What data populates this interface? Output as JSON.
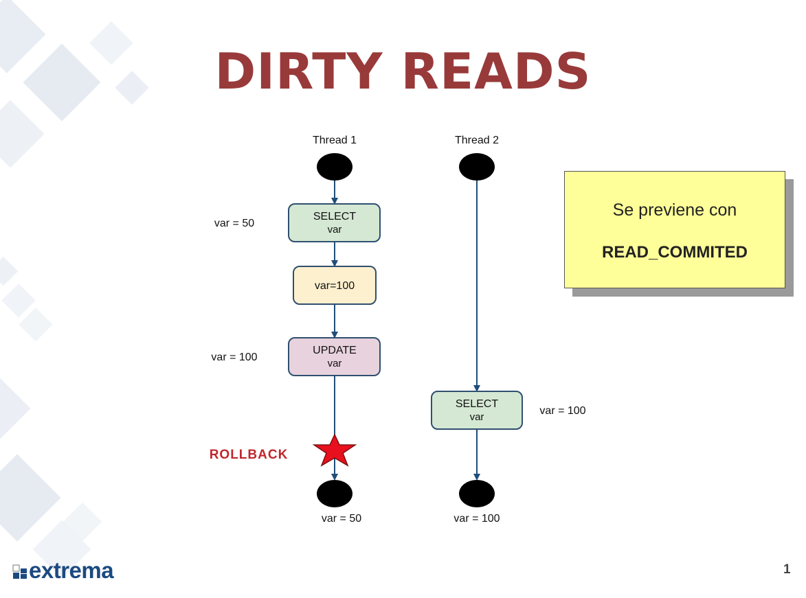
{
  "slide": {
    "title": "DIRTY READS",
    "page_number": "1",
    "logo_text": "extrema"
  },
  "diagram": {
    "thread1": {
      "label": "Thread 1",
      "steps": [
        {
          "line1": "SELECT",
          "line2": "var",
          "side_label": "var = 50",
          "color": "#d5e8d4"
        },
        {
          "line1": "var=100",
          "color": "#fdf0cf"
        },
        {
          "line1": "UPDATE",
          "line2": "var",
          "side_label": "var = 100",
          "color": "#e8d2dd"
        }
      ],
      "rollback_label": "ROLLBACK",
      "end_label": "var = 50"
    },
    "thread2": {
      "label": "Thread 2",
      "steps": [
        {
          "line1": "SELECT",
          "line2": "var",
          "side_label": "var = 100",
          "color": "#d5e8d4"
        }
      ],
      "end_label": "var = 100"
    }
  },
  "note": {
    "line1": "Se previene con",
    "line2": "READ_COMMITED",
    "color": "#ffff99"
  },
  "colors": {
    "title": "#993a3a",
    "arrow": "#1f4e79",
    "rollback": "#c0272d",
    "star": "#e8101e"
  }
}
